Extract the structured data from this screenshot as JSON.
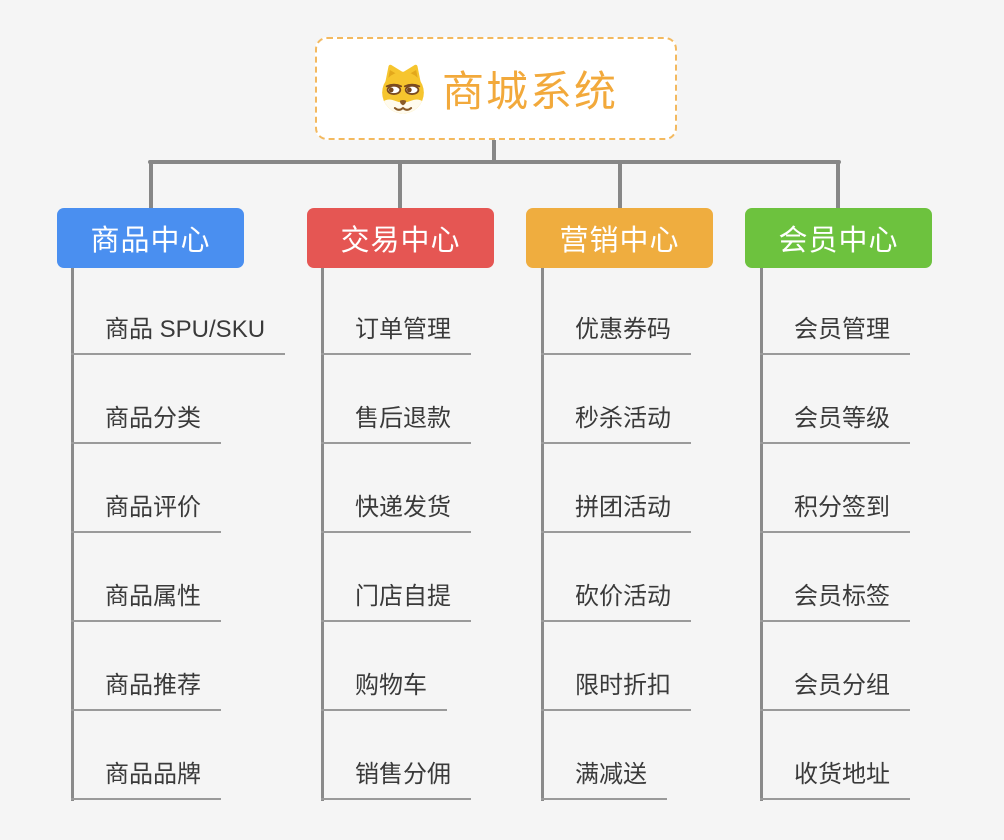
{
  "root": {
    "title": "商城系统",
    "icon": "dog-icon",
    "text_color": "#f2a93b",
    "border_color": "#f3b95f"
  },
  "connector_color": "#878787",
  "leaf_text_color": "#3a3a3a",
  "branches": [
    {
      "label": "商品中心",
      "color": "#4a8ff0",
      "children": [
        "商品 SPU/SKU",
        "商品分类",
        "商品评价",
        "商品属性",
        "商品推荐",
        "商品品牌"
      ]
    },
    {
      "label": "交易中心",
      "color": "#e55653",
      "children": [
        "订单管理",
        "售后退款",
        "快递发货",
        "门店自提",
        "购物车",
        "销售分佣"
      ]
    },
    {
      "label": "营销中心",
      "color": "#efad3f",
      "children": [
        "优惠券码",
        "秒杀活动",
        "拼团活动",
        "砍价活动",
        "限时折扣",
        "满减送"
      ]
    },
    {
      "label": "会员中心",
      "color": "#6dc23e",
      "children": [
        "会员管理",
        "会员等级",
        "积分签到",
        "会员标签",
        "会员分组",
        "收货地址"
      ]
    }
  ]
}
